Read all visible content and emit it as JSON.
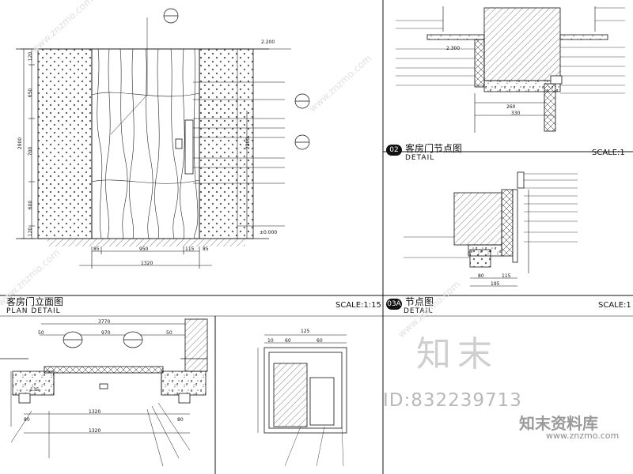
{
  "panels": {
    "elevation": {
      "title": "客房门立面图",
      "subtitle": "PLAN DETAIL",
      "scale": "SCALE:1:15",
      "dims_bottom": [
        "85",
        "950",
        "115",
        "85"
      ],
      "dim_total": "1320",
      "dim_height": "2900",
      "dim_right": "2200",
      "level_top": "2.200",
      "level_bottom": "±0.000",
      "left_dims": [
        "120",
        "650",
        "700",
        "600",
        "120"
      ]
    },
    "detail_02": {
      "badge": "02",
      "title": "客房门节点图",
      "subtitle": "DETAIL",
      "scale": "SCALE:1",
      "dims": [
        "260",
        "330",
        "2.300"
      ]
    },
    "detail_03a": {
      "badge": "03A",
      "title": "节点图",
      "subtitle": "DETAIL",
      "scale": "SCALE:1",
      "dims": [
        "80",
        "115",
        "195"
      ]
    },
    "plan": {
      "dims": [
        "3770",
        "50",
        "970",
        "50",
        "1320",
        "1320",
        "80",
        "135",
        "80"
      ]
    },
    "section": {
      "dims": [
        "125",
        "10",
        "60",
        "60"
      ]
    }
  },
  "watermark": {
    "logo": "知末",
    "id": "ID:832239713",
    "site": "知末资料库",
    "url": "www.znzmo.com",
    "diag": "www.znzmo.com"
  },
  "colors": {
    "line": "#111111",
    "background": "#ffffff",
    "watermark": "#c9c9c9"
  }
}
